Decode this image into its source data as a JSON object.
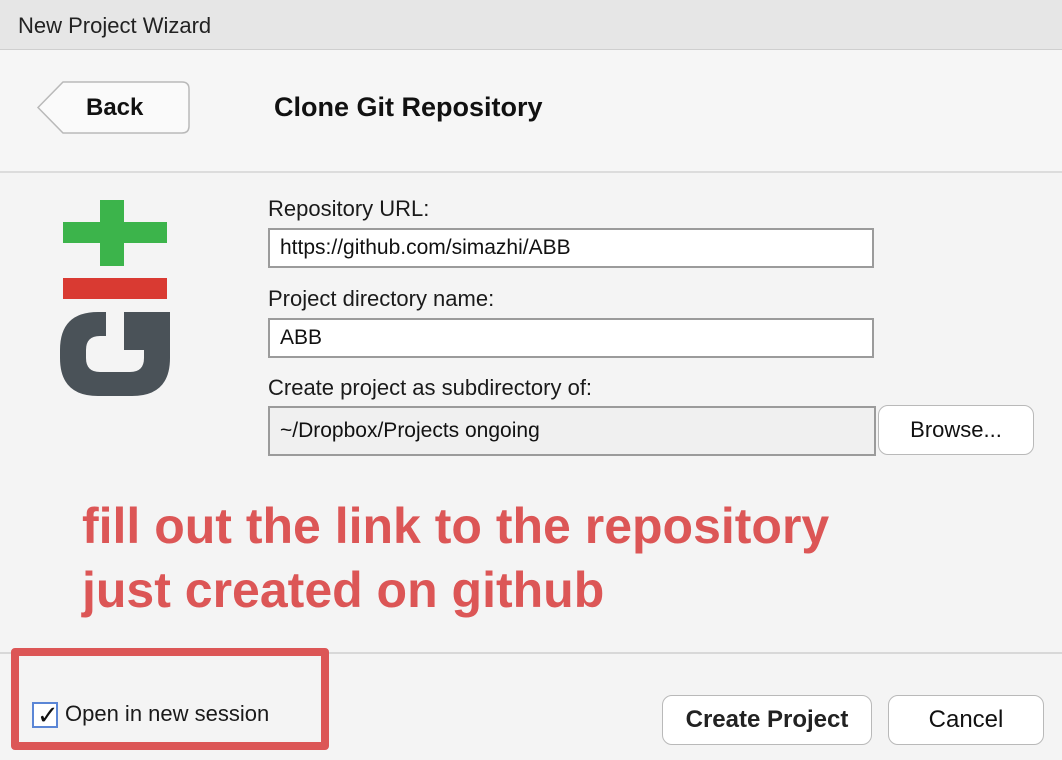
{
  "window": {
    "title": "New Project Wizard"
  },
  "header": {
    "back_label": "Back",
    "page_title": "Clone Git Repository"
  },
  "logo": {
    "icon": "git-logo-icon",
    "colors": {
      "plus": "#3cb44b",
      "minus": "#d93a32",
      "g": "#4a5258"
    }
  },
  "form": {
    "repo_url": {
      "label": "Repository URL:",
      "value": "https://github.com/simazhi/ABB"
    },
    "dir_name": {
      "label": "Project directory name:",
      "value": "ABB"
    },
    "subdir": {
      "label": "Create project as subdirectory of:",
      "value": "~/Dropbox/Projects ongoing"
    },
    "browse_label": "Browse..."
  },
  "annotation": {
    "line1": "fill out the link to the repository",
    "line2": "just created on github",
    "color": "#dc5656"
  },
  "footer": {
    "checkbox_mark": "✓",
    "checkbox_label": "Open in new session",
    "checkbox_checked": true,
    "create_label": "Create Project",
    "cancel_label": "Cancel"
  }
}
